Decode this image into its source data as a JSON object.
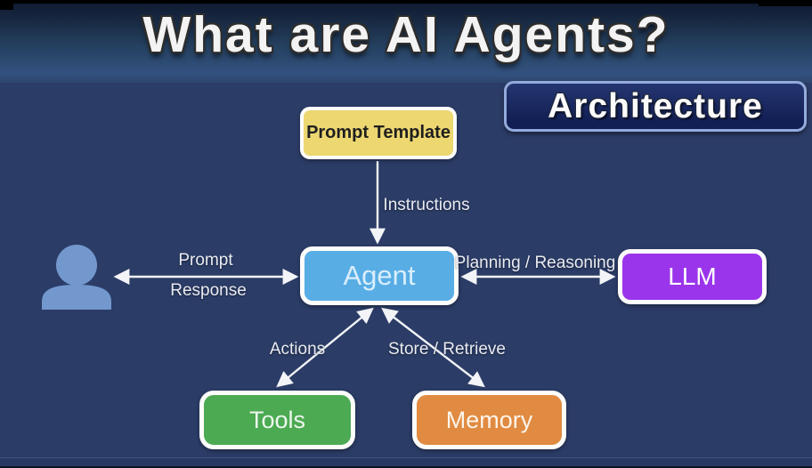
{
  "title": "What are AI Agents?",
  "badge": "Architecture",
  "nodes": {
    "prompt_template": {
      "label": "Prompt Template",
      "fill": "#ecd771",
      "text": "#1f1f1f"
    },
    "agent": {
      "label": "Agent",
      "fill": "#58ade5",
      "text": "#d9eefc"
    },
    "llm": {
      "label": "LLM",
      "fill": "#9a35ec",
      "text": "#ffffff"
    },
    "tools": {
      "label": "Tools",
      "fill": "#4caa53",
      "text": "#eef7ee"
    },
    "memory": {
      "label": "Memory",
      "fill": "#e08b41",
      "text": "#fdf4ea"
    }
  },
  "edges": {
    "instructions": "Instructions",
    "prompt": "Prompt",
    "response": "Response",
    "planning_reasoning": "Planning / Reasoning",
    "actions": "Actions",
    "store_retrieve": "Store / Retrieve"
  },
  "icons": {
    "user": {
      "name": "user-silhouette-icon",
      "fill": "#7398ce"
    }
  },
  "colors": {
    "background": "#2b3c66",
    "header_top": "#0c1830",
    "header_bottom": "#33517e",
    "arrow": "#f2f4f8",
    "node_border": "#fcfcfa",
    "badge_fill": "#16235d",
    "badge_border": "#93abdc",
    "bottom_strip": "#273a64"
  }
}
